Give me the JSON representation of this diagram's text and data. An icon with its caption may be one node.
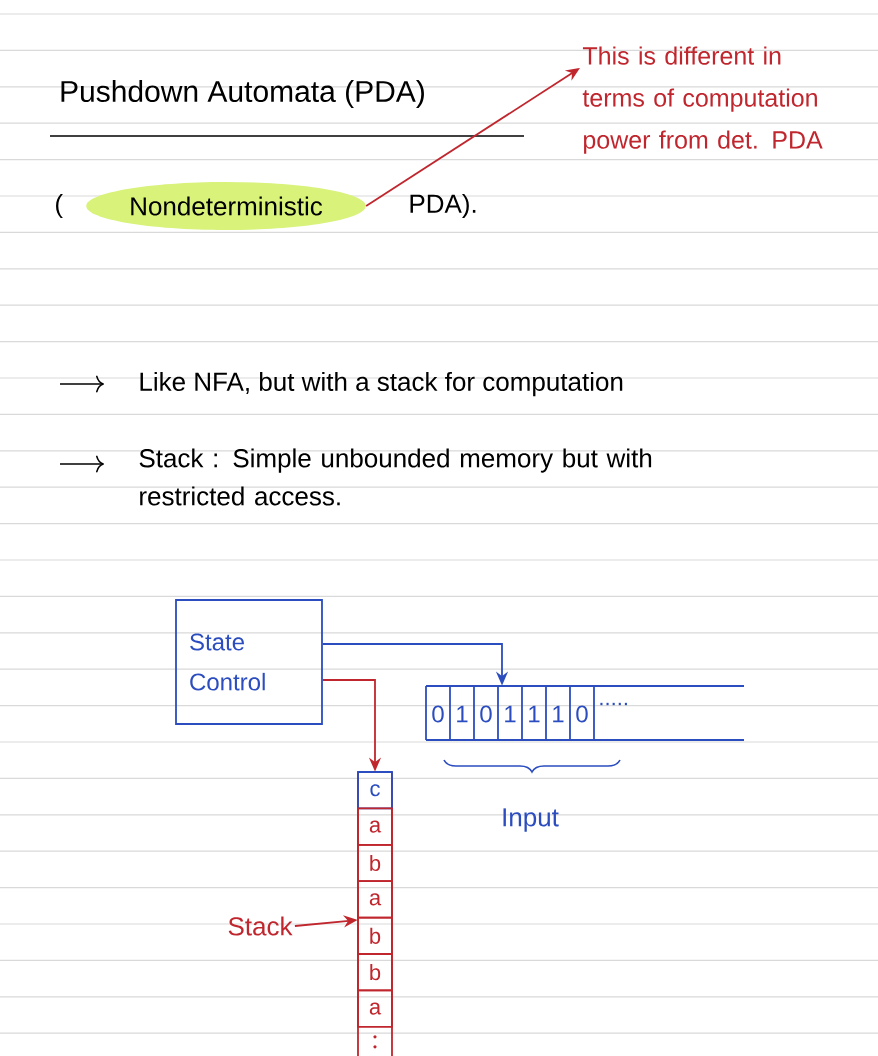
{
  "diagram": {
    "title": "Pushdown Automata (PDA)",
    "nodes": [
      {
        "text": [
          "Nondeterministic"
        ]
      },
      {
        "text": [
          "This is different in terms of computation power from det. PDA"
        ]
      },
      {
        "text": [
          "State Control"
        ]
      },
      {
        "text": [
          "0",
          "1",
          "0",
          "1",
          "1",
          "1",
          "0"
        ]
      },
      {
        "text": [
          "c",
          "a",
          "b",
          "a",
          "b",
          "b",
          "a"
        ]
      },
      {
        "text": [
          "Stack"
        ]
      }
    ],
    "edges": [
      {
        "from": 0,
        "to": 1,
        "arrow": "to",
        "color": "#c0262d"
      },
      {
        "from": 2,
        "to": 3,
        "arrow": "to",
        "color": "#2b4dbf"
      },
      {
        "from": 2,
        "to": 4,
        "arrow": "to",
        "color": "#c0262d"
      },
      {
        "from": 5,
        "to": 4,
        "arrow": "to",
        "color": "#c0262d"
      }
    ],
    "labels": [
      "(",
      "PDA).",
      "Like NFA, but with a stack for computation",
      "Stack : Simple unbounded memory but with restricted access.",
      ".....",
      "Input"
    ]
  }
}
